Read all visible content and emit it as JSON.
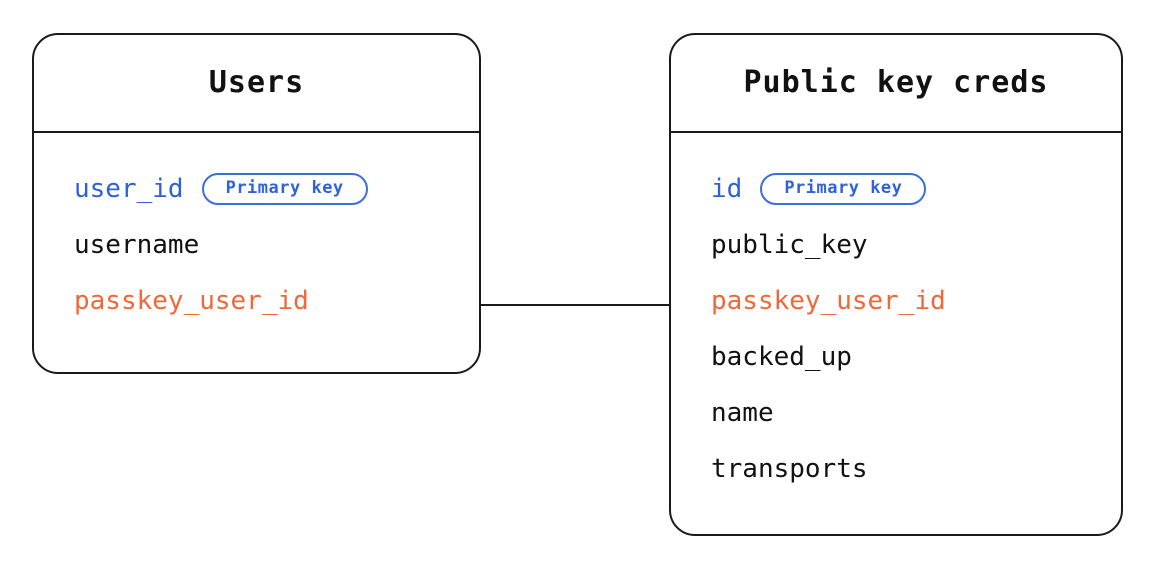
{
  "diagram": {
    "type": "entity-relationship-diagram",
    "background_color": "#ffffff",
    "colors": {
      "border": "#1a1a1a",
      "text": "#111111",
      "primary_key": "#2f62d6",
      "foreign_key": "#f0683a",
      "badge_border": "#3b6fd8"
    }
  },
  "entities": [
    {
      "id": "users",
      "title": "Users",
      "fields": [
        {
          "name": "user_id",
          "role": "key",
          "badge": "Primary key"
        },
        {
          "name": "username",
          "role": "plain",
          "badge": null
        },
        {
          "name": "passkey_user_id",
          "role": "fk",
          "badge": null
        }
      ]
    },
    {
      "id": "public_key_creds",
      "title": "Public key creds",
      "fields": [
        {
          "name": "id",
          "role": "key",
          "badge": "Primary key"
        },
        {
          "name": "public_key",
          "role": "plain",
          "badge": null
        },
        {
          "name": "passkey_user_id",
          "role": "fk",
          "badge": null
        },
        {
          "name": "backed_up",
          "role": "plain",
          "badge": null
        },
        {
          "name": "name",
          "role": "plain",
          "badge": null
        },
        {
          "name": "transports",
          "role": "plain",
          "badge": null
        }
      ]
    }
  ],
  "relationships": [
    {
      "id": "users-to-public-key-creds",
      "from_entity": "users",
      "from_field": "passkey_user_id",
      "to_entity": "public_key_creds",
      "to_field": "passkey_user_id",
      "style": "solid-line"
    }
  ]
}
